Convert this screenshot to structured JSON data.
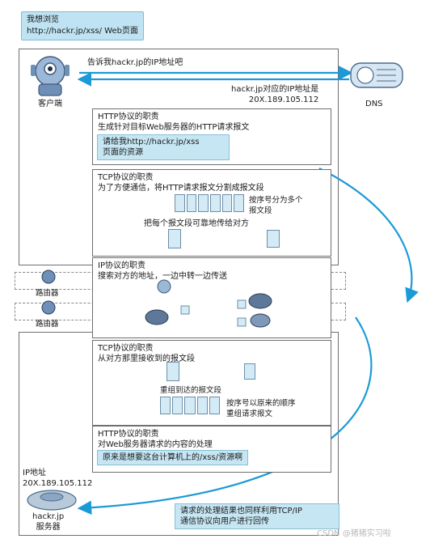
{
  "top_note": [
    "我想浏览",
    "http://hackr.jp/xss/ Web页面"
  ],
  "client_label": "客户端",
  "dns_label": "DNS",
  "dns_query": "告诉我hackr.jp的IP地址吧",
  "dns_reply": [
    "hackr.jp对应的IP地址是",
    "20X.189.105.112"
  ],
  "http_client": {
    "title": "HTTP协议的职责",
    "body": "生成针对目标Web服务器的HTTP请求报文",
    "note": [
      "请给我http://hackr.jp/xss",
      "页面的资源"
    ]
  },
  "tcp_client": {
    "title": "TCP协议的职责",
    "body": "为了方便通信，将HTTP请求报文分割成报文段",
    "seg_note": [
      "按序号分为多个",
      "报文段"
    ],
    "send_note": "把每个报文段可靠地传给对方"
  },
  "ip": {
    "title": "IP协议的职责",
    "body": "搜索对方的地址，一边中转一边传送"
  },
  "router_label": "路由器",
  "tcp_server": {
    "title": "TCP协议的职责",
    "body": "从对方那里接收到的报文段",
    "reassemble_note": "重组到达的报文段",
    "order_note": [
      "按序号以原来的顺序",
      "重组请求报文"
    ]
  },
  "http_server": {
    "title": "HTTP协议的职责",
    "body": "对Web服务器请求的内容的处理",
    "note": "原来是想要这台计算机上的/xss/资源啊"
  },
  "server_ip": [
    "IP地址",
    "20X.189.105.112"
  ],
  "server_label": [
    "hackr.jp",
    "服务器"
  ],
  "bottom_note": [
    "请求的处理结果也同样利用TCP/IP",
    "通信协议向用户进行回传"
  ],
  "watermark": "CSDN @猪猪实习啦",
  "colors": {
    "accent_blue": "#1a9ad6",
    "note_blue": "#c6e6f3",
    "frame": "#6f6f6f"
  }
}
